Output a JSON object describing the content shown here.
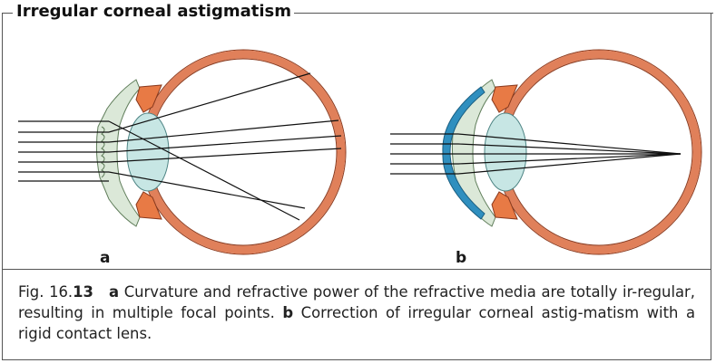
{
  "box_title": "Irregular corneal astigmatism",
  "panels": [
    {
      "label": "a"
    },
    {
      "label": "b"
    }
  ],
  "caption": {
    "fig_prefix": "Fig. 16.",
    "fig_number": "13",
    "a_label": "a",
    "a_text": " Curvature and refractive power of the refractive media are totally ir-regular, resulting in multiple focal points. ",
    "b_label": "b",
    "b_text": " Correction of irregular corneal astig-matism with a rigid contact lens."
  },
  "colors": {
    "sclera": "#e0805a",
    "sclera_outline": "#8a3a1e",
    "iris": "#e87a45",
    "lens": "#c7e6e4",
    "cornea": "#dbe8d8",
    "contact_lens": "#2f8fbf",
    "ray": "#111111",
    "frame": "#555555"
  }
}
